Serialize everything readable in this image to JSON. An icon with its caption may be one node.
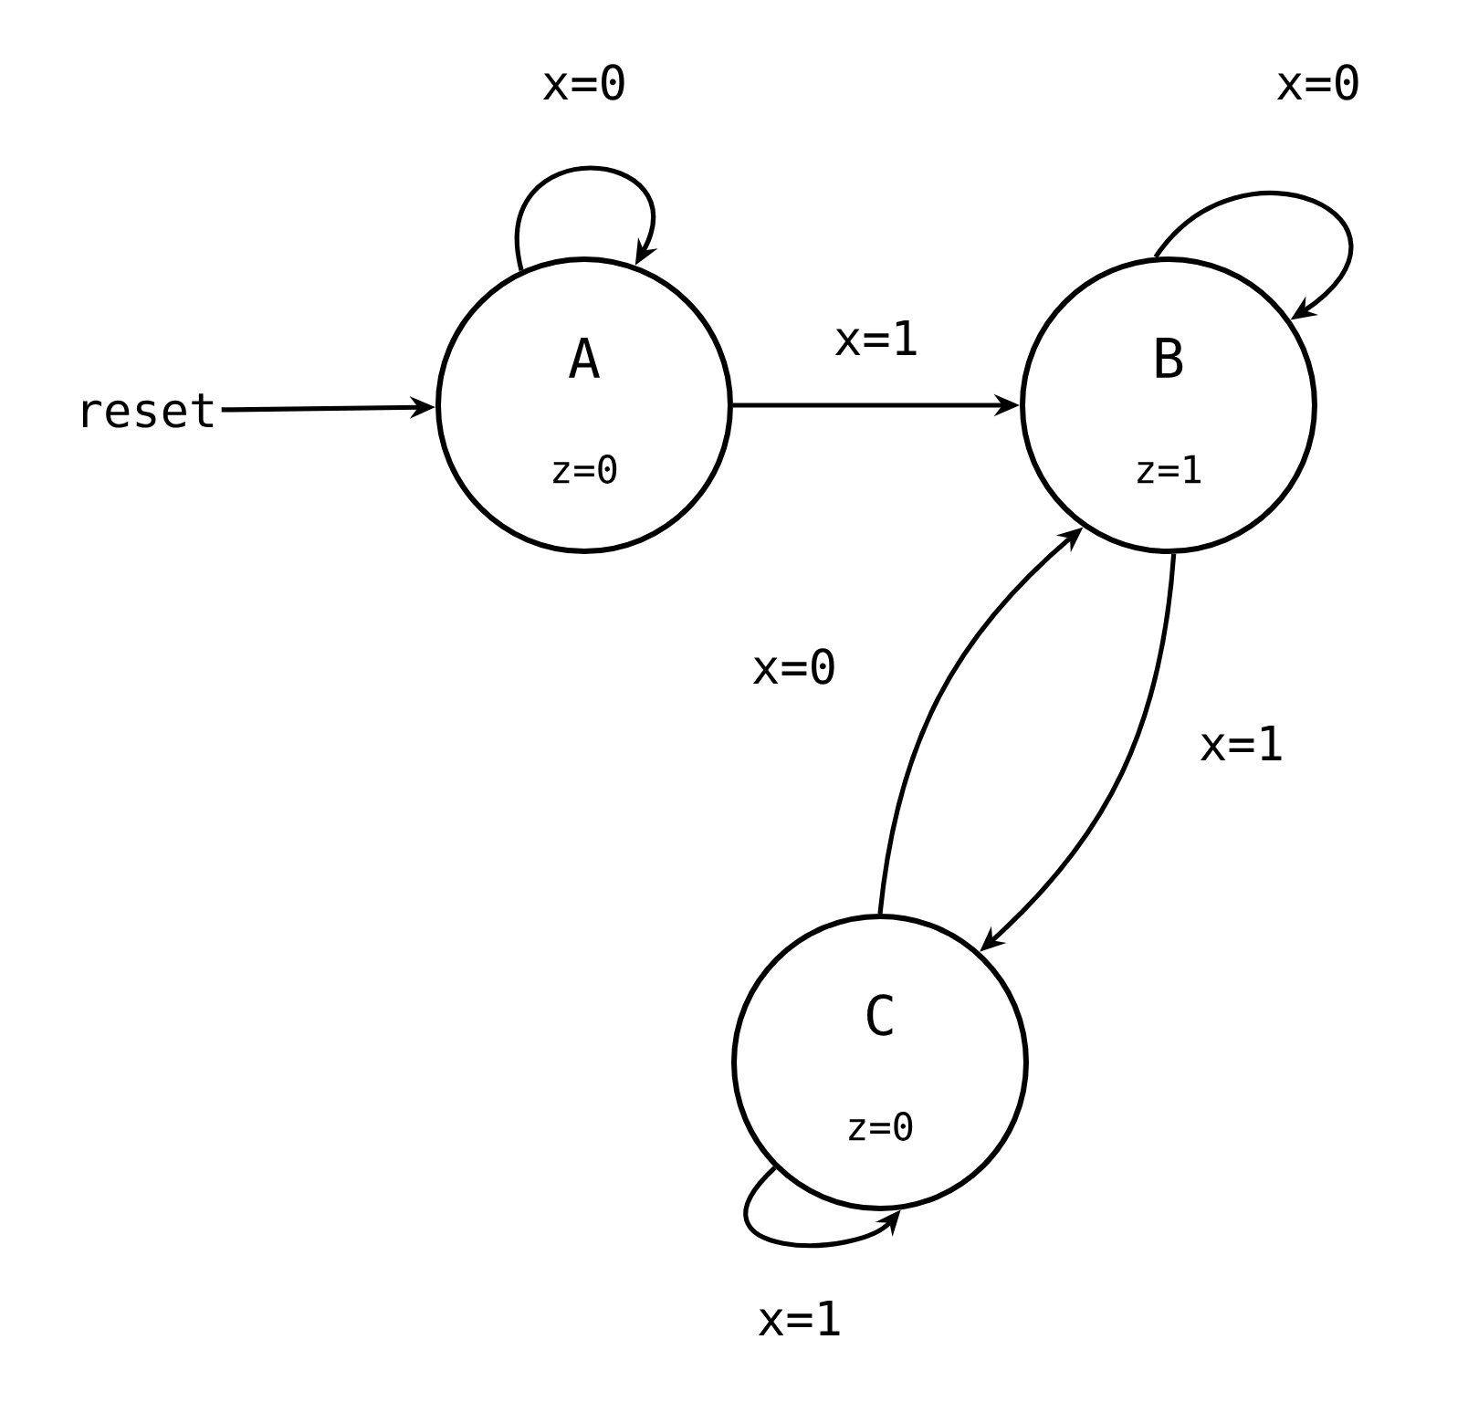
{
  "diagram": {
    "nodes": [
      {
        "text": [
          "A",
          "z=0"
        ]
      },
      {
        "text": [
          "B",
          "z=1"
        ]
      },
      {
        "text": [
          "C",
          "z=0"
        ]
      },
      {
        "text": [
          "reset"
        ]
      }
    ],
    "edges": [
      {
        "from": 3,
        "to": 0,
        "arrow": "to"
      },
      {
        "from": 0,
        "to": 0,
        "arrow": "to",
        "label": "x=0"
      },
      {
        "from": 0,
        "to": 1,
        "arrow": "to",
        "label": "x=1"
      },
      {
        "from": 1,
        "to": 1,
        "arrow": "to",
        "label": "x=0"
      },
      {
        "from": 1,
        "to": 2,
        "arrow": "to",
        "label": "x=1"
      },
      {
        "from": 2,
        "to": 1,
        "arrow": "to",
        "label": "x=0"
      },
      {
        "from": 2,
        "to": 2,
        "arrow": "to",
        "label": "x=1"
      }
    ]
  }
}
